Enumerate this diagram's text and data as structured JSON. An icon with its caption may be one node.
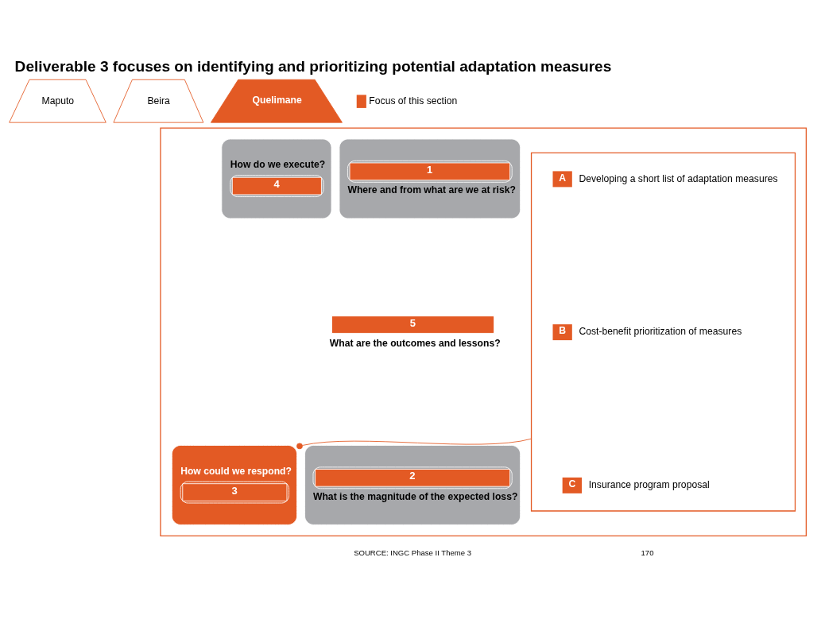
{
  "diagram": {
    "title": "Deliverable 3 focuses on identifying and prioritizing potential adaptation measures",
    "nodes": [
      {
        "text": [
          "Maputo"
        ]
      },
      {
        "text": [
          "Beira"
        ]
      },
      {
        "text": [
          "Quelimane"
        ]
      },
      {
        "text": [],
        "shape": "box"
      },
      {
        "text": [
          "1",
          "Where and from what are we at risk?"
        ],
        "in": 3
      },
      {
        "text": [
          "2",
          "What is the magnitude of the expected loss?"
        ],
        "in": 3
      },
      {
        "text": [
          "How could we respond?",
          "3"
        ],
        "in": 3
      },
      {
        "text": [
          "How do we execute?",
          "4"
        ],
        "in": 3
      },
      {
        "text": [
          "5",
          "What are the outcomes and lessons?"
        ],
        "in": 3
      },
      {
        "text": [],
        "shape": "box",
        "in": 3
      },
      {
        "text": [
          "A"
        ],
        "in": 9,
        "beside": [
          "Developing a short list of adaptation measures"
        ]
      },
      {
        "text": [
          "B"
        ],
        "in": 9,
        "beside": [
          "Cost-benefit prioritization of measures"
        ]
      },
      {
        "text": [
          "C"
        ],
        "in": 9,
        "beside": [
          "Insurance program proposal"
        ]
      }
    ],
    "edges": [
      {
        "from": 9,
        "to": 6,
        "arrow": "other"
      }
    ],
    "labels": [
      "SOURCE: INGC Phase II Theme 3",
      "170"
    ],
    "legend": [
      {
        "text": "Focus of this section",
        "color": "#e35a24"
      }
    ]
  }
}
